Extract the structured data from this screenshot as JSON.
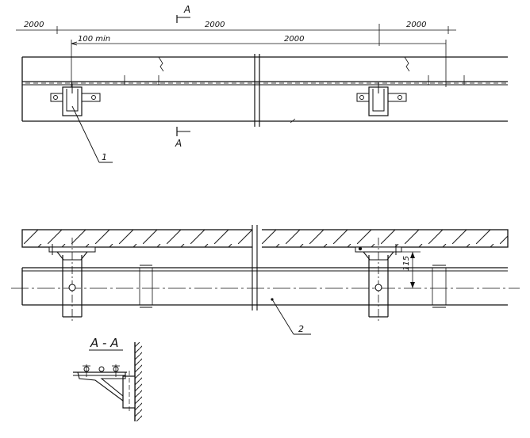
{
  "plan_view": {
    "section_mark": "A",
    "dim_top_left": "2000",
    "dim_top_middle": "2000",
    "dim_top_right": "2000",
    "dim_min_offset": "100 min",
    "dim_second": "2000",
    "callout_1": "1"
  },
  "side_view": {
    "dim_height": "115",
    "callout_2": "2"
  },
  "section_view": {
    "title": "A - A"
  }
}
